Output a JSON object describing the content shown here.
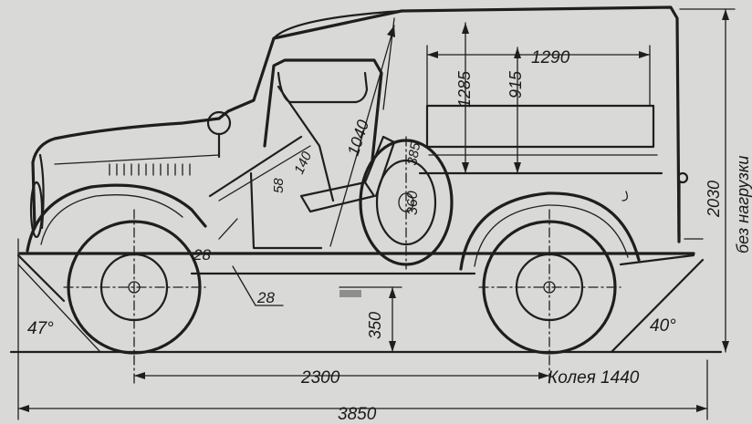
{
  "drawing": {
    "colors": {
      "paper": "#d9d9d7",
      "ink": "#1e1e1e"
    },
    "dimensions": {
      "overall_length": "3850",
      "wheelbase": "2300",
      "track": "Колея 1440",
      "height_unladen": "2030",
      "unladen_note": "без нагрузки",
      "ground_clearance": "350",
      "approach_angle": "47°",
      "departure_angle": "40°",
      "bed_length": "1290",
      "bed_height_outer": "1285",
      "bed_height_inner": "915",
      "seat_to_roof": "1040",
      "spare_wheel_dia": "360",
      "spare_wheel_width": "385",
      "seat_dim_a": "58",
      "seat_dim_b": "140",
      "step_dim_upper": "28",
      "step_dim_lower": "28"
    }
  }
}
